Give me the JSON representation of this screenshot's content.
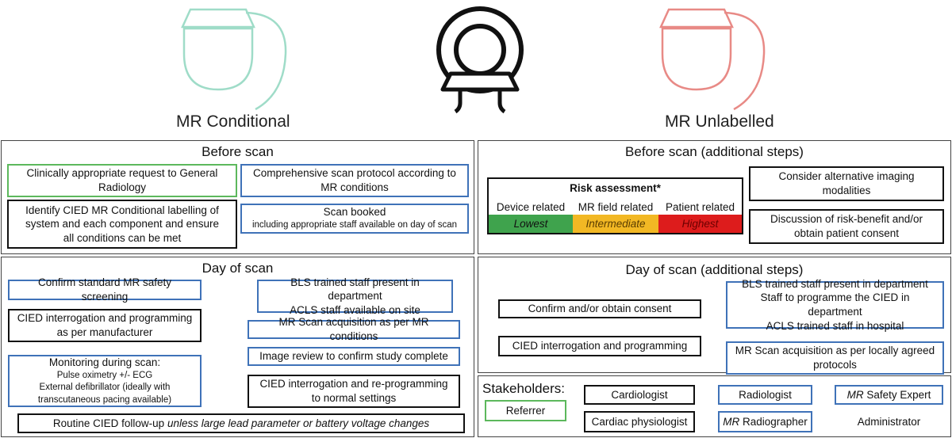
{
  "header": {
    "left_label": "MR Conditional",
    "right_label": "MR Unlabelled",
    "left_color": "#9fdcc8",
    "right_color": "#e88a86"
  },
  "colors": {
    "referrer_green": "#5cb85c",
    "radiologist_blue": "#3f72b8",
    "cardiology_black": "#111111",
    "risk_low": "#3fa34d",
    "risk_mid": "#f2b824",
    "risk_high": "#dd1c1c"
  },
  "before_scan": {
    "title": "Before scan",
    "items": {
      "request": "Clinically appropriate request to General Radiology",
      "protocol": "Comprehensive scan protocol according to MR conditions",
      "identify": "Identify CIED MR Conditional labelling of system and each component and ensure all conditions can be met",
      "booked_main": "Scan booked",
      "booked_sub": "including appropriate staff available on day of scan"
    }
  },
  "before_scan_additional": {
    "title": "Before scan (additional steps)",
    "risk": {
      "title": "Risk assessment*",
      "headers": [
        "Device related",
        "MR field related",
        "Patient related"
      ],
      "levels": [
        "Lowest",
        "Intermediate",
        "Highest"
      ]
    },
    "alternatives": "Consider alternative imaging modalities",
    "discussion": "Discussion of risk-benefit and/or obtain patient consent"
  },
  "day_of_scan": {
    "title": "Day of scan",
    "items": {
      "screening": "Confirm standard MR safety screening",
      "interrogation": "CIED interrogation and programming as per manufacturer",
      "monitoring_title": "Monitoring during scan:",
      "monitoring_line1": "Pulse oximetry +/- ECG",
      "monitoring_line2": "External defibrillator (ideally with transcutaneous pacing available)",
      "bls_line1": "BLS trained staff present in department",
      "bls_line2": "ACLS staff available on site",
      "acquisition": "MR Scan acquisition as per MR conditions",
      "review": "Image review to confirm study complete",
      "reprogramming": "CIED interrogation and re-programming to normal settings",
      "followup_main": "Routine CIED follow-up ",
      "followup_italic": "unless large lead parameter or battery voltage changes"
    }
  },
  "day_of_scan_additional": {
    "title": "Day of scan (additional steps)",
    "consent": "Confirm and/or obtain consent",
    "interrogation": "CIED interrogation and programming",
    "bls_line1": "BLS trained staff present in department",
    "bls_line2": "Staff to programme the CIED in department",
    "bls_line3": "ACLS trained staff in hospital",
    "acquisition": "MR Scan acquisition as per locally agreed protocols"
  },
  "stakeholders": {
    "title": "Stakeholders:",
    "referrer": "Referrer",
    "cardiologist": "Cardiologist",
    "cardiac_physiologist": "Cardiac physiologist",
    "radiologist": "Radiologist",
    "mr_radiographer_prefix": "MR",
    "mr_radiographer_suffix": " Radiographer",
    "mr_safety_prefix": "MR",
    "mr_safety_suffix": " Safety Expert",
    "administrator": "Administrator"
  }
}
